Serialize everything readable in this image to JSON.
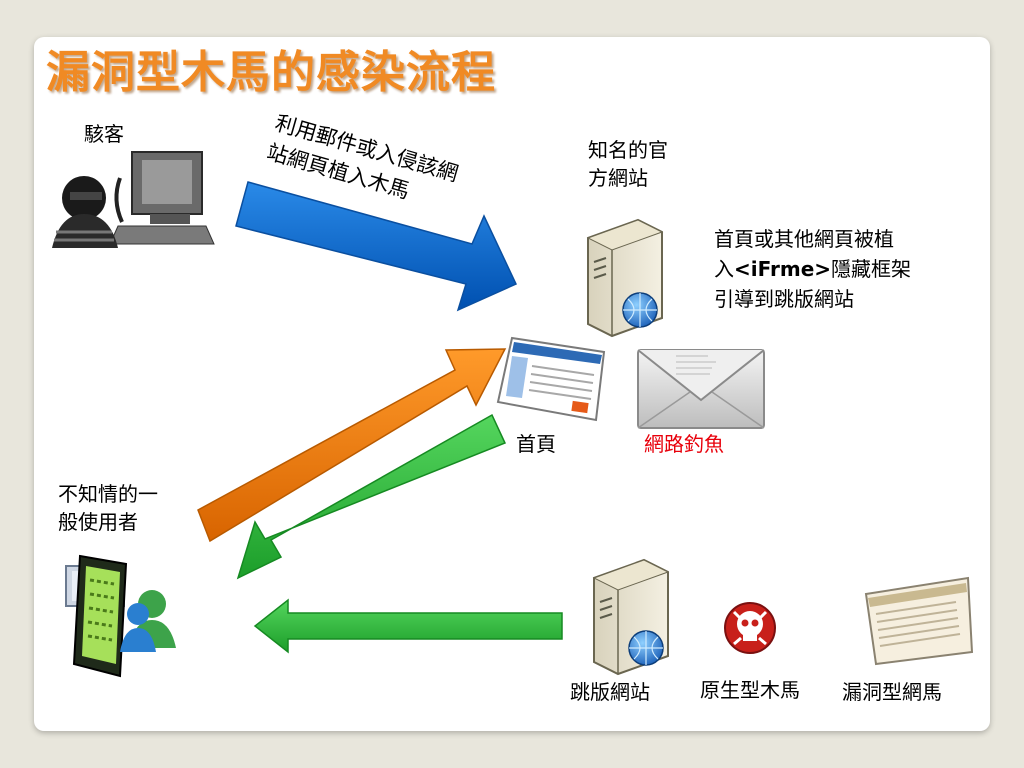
{
  "title": "漏洞型木馬的感染流程",
  "labels": {
    "hacker": "駭客",
    "arrow_text_line1": "利用郵件或入侵該網",
    "arrow_text_line2": "站網頁植入木馬",
    "known_site_line1": "知名的官",
    "known_site_line2": "方網站",
    "inject_line1": "首頁或其他網頁被植",
    "inject_line2_prefix": "入",
    "inject_line2_code": "<iFrme>",
    "inject_line2_suffix": "隱藏框架",
    "inject_line3": "引導到跳版網站",
    "homepage": "首頁",
    "phishing": "網路釣魚",
    "user_line1": "不知情的一",
    "user_line2": "般使用者",
    "jump_site": "跳版網站",
    "native_trojan": "原生型木馬",
    "vuln_trojan": "漏洞型網馬"
  },
  "colors": {
    "title": "#f08a24",
    "blue_arrow": "#0a6ad0",
    "orange_arrow": "#f07c00",
    "green_arrow": "#2bbb3a",
    "phishing_text": "#e8000b"
  },
  "icons": [
    "hacker-computer-icon",
    "web-server-icon",
    "webpage-screenshot-icon",
    "envelope-icon",
    "user-binary-file-icon",
    "skull-icon",
    "document-page-icon"
  ]
}
